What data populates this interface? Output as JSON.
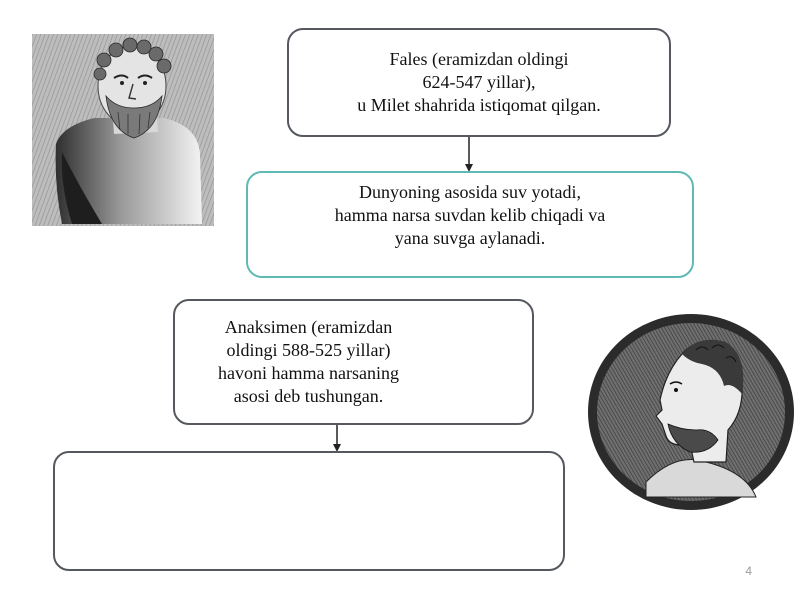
{
  "slide": {
    "page_number": "4",
    "boxes": {
      "fales": [
        "Fales (eramizdan oldingi",
        "624-547 yillar),",
        "u Milet shahrida istiqomat qilgan."
      ],
      "water": [
        "Dunyoning asosida suv yotadi,",
        "hamma narsa suvdan kelib chiqadi va",
        "yana suvga aylanadi."
      ],
      "anaksimen": [
        "Anaksimen (eramizdan",
        "oldingi 588-525 yillar)",
        "havoni hamma narsaning",
        "asosi deb tushungan."
      ],
      "empty": []
    },
    "colors": {
      "grey_border": "#55595f",
      "teal_border": "#5fb9b5",
      "page_number": "#9a9a9a"
    },
    "images": {
      "left": "bust-engraving-thales",
      "right": "medallion-profile-anaximenes"
    }
  }
}
